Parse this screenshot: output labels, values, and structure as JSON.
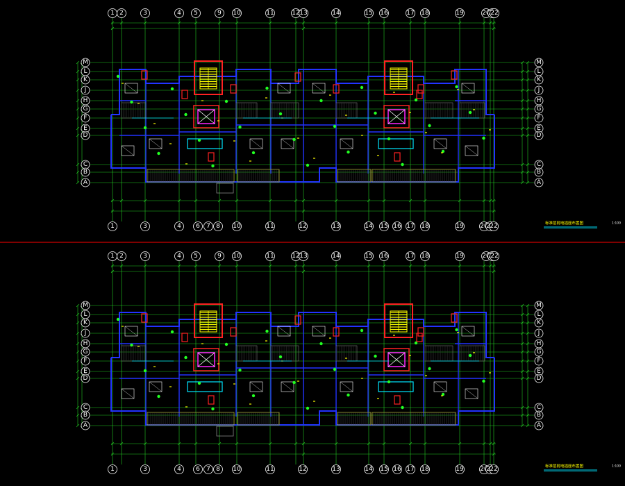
{
  "colors": {
    "background": "#000000",
    "axis": "#22cc22",
    "wall": "#2233ff",
    "stair": "#ffff00",
    "core": "#ff2222",
    "magenta": "#ff22ff",
    "cyan": "#00e5ff",
    "fixture": "#ffffff",
    "divider": "#ff0000",
    "title": "#ffff00"
  },
  "plans": [
    {
      "grid_top": [
        "1",
        "2",
        "3",
        "4",
        "5",
        "9",
        "10",
        "11",
        "12",
        "13",
        "14",
        "15",
        "16",
        "17",
        "18",
        "19",
        "20",
        "21",
        "22"
      ],
      "grid_bottom": [
        "1",
        "3",
        "4",
        "6",
        "7",
        "8",
        "10",
        "11",
        "12",
        "13",
        "14",
        "15",
        "16",
        "17",
        "18",
        "19",
        "20",
        "21",
        "22"
      ],
      "grid_rows": [
        "M",
        "L",
        "K",
        "J",
        "H",
        "G",
        "F",
        "E",
        "D",
        "C",
        "B",
        "A"
      ],
      "title": "标准层弱电插座布置图",
      "scale": "1:100"
    },
    {
      "grid_top": [
        "1",
        "2",
        "3",
        "4",
        "5",
        "9",
        "10",
        "11",
        "12",
        "13",
        "14",
        "15",
        "16",
        "17",
        "18",
        "19",
        "20",
        "21",
        "22"
      ],
      "grid_bottom": [
        "1",
        "3",
        "4",
        "6",
        "7",
        "8",
        "10",
        "11",
        "12",
        "13",
        "14",
        "15",
        "16",
        "17",
        "18",
        "19",
        "20",
        "21",
        "22"
      ],
      "grid_rows": [
        "M",
        "L",
        "K",
        "J",
        "H",
        "G",
        "F",
        "E",
        "D",
        "C",
        "B",
        "A"
      ],
      "title": "标准层弱电插座布置图",
      "scale": "1:100"
    }
  ]
}
